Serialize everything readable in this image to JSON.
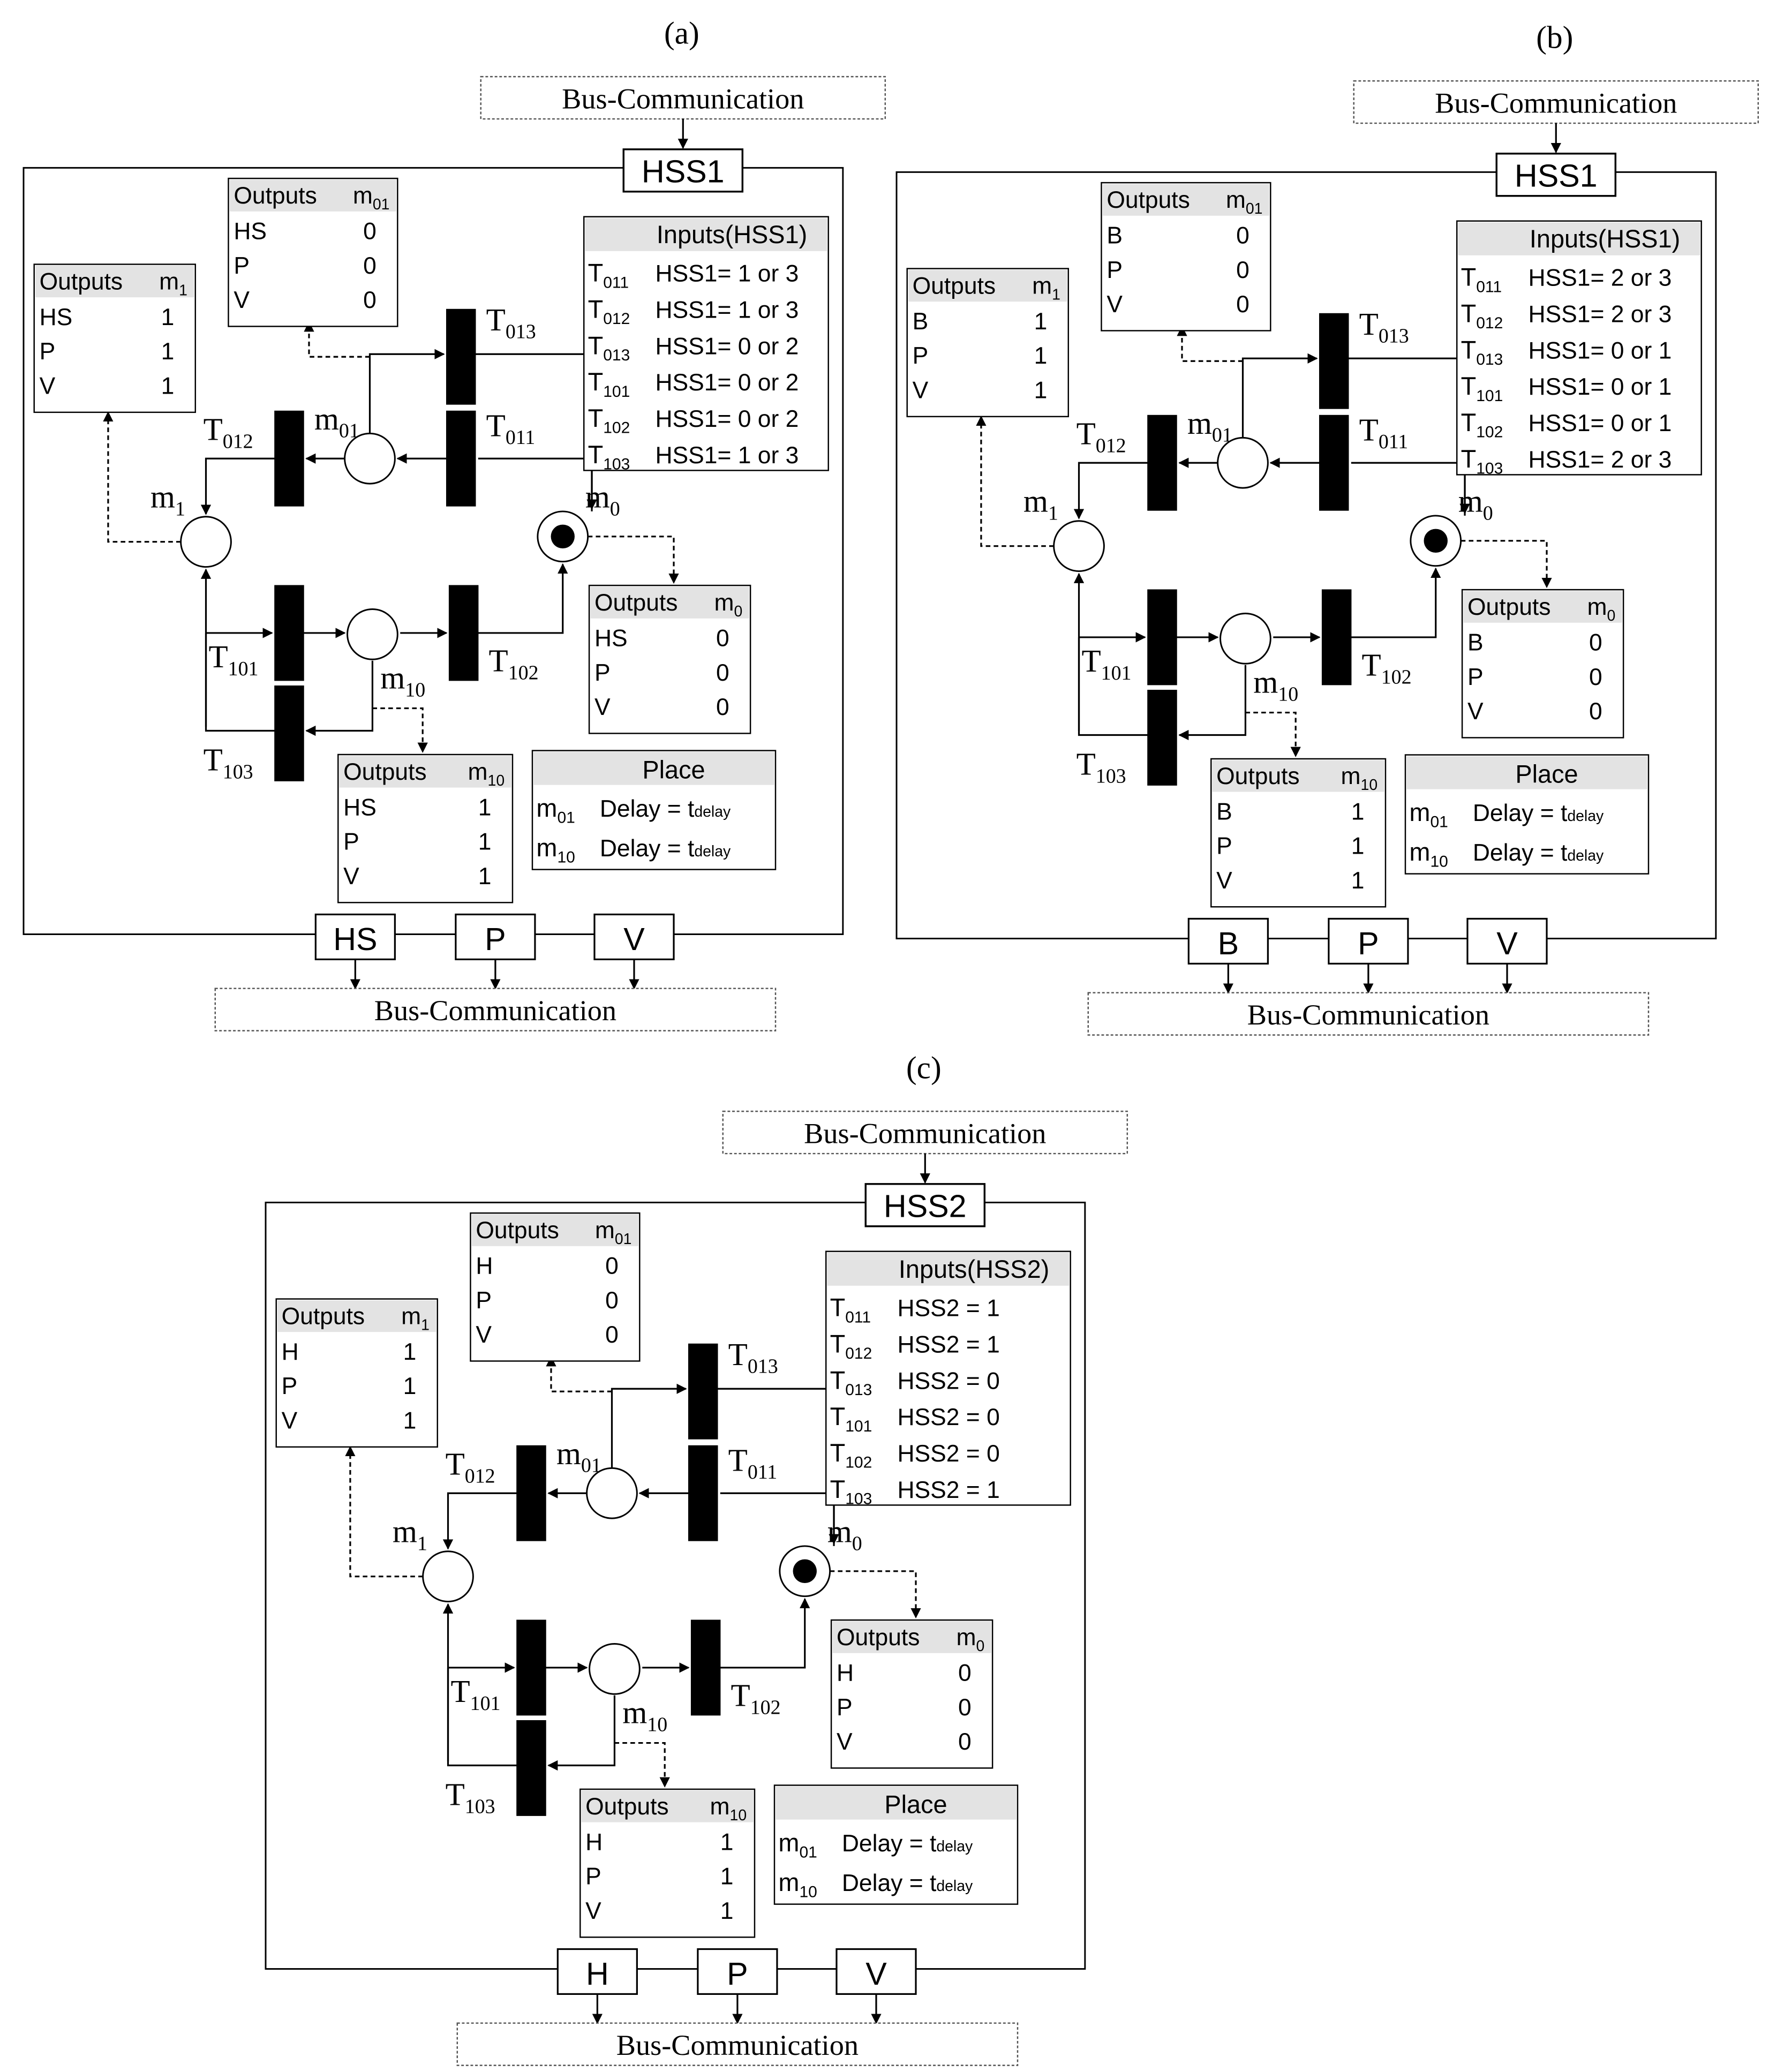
{
  "panels": [
    {
      "label": "(a)",
      "bus_top": "Bus-Communication",
      "controller": "HSS1",
      "outputs_header": "Outputs",
      "places": {
        "m01": "m01",
        "m1": "m1",
        "m0": "m0",
        "m10": "m10"
      },
      "transitions": {
        "T011": "T011",
        "T012": "T012",
        "T013": "T013",
        "T101": "T101",
        "T102": "T102",
        "T103": "T103"
      },
      "out_m01": {
        "place": "m01",
        "rows": [
          [
            "HS",
            "0"
          ],
          [
            "P",
            "0"
          ],
          [
            "V",
            "0"
          ]
        ]
      },
      "out_m1": {
        "place": "m1",
        "rows": [
          [
            "HS",
            "1"
          ],
          [
            "P",
            "1"
          ],
          [
            "V",
            "1"
          ]
        ]
      },
      "out_m0": {
        "place": "m0",
        "rows": [
          [
            "HS",
            "0"
          ],
          [
            "P",
            "0"
          ],
          [
            "V",
            "0"
          ]
        ]
      },
      "out_m10": {
        "place": "m10",
        "rows": [
          [
            "HS",
            "1"
          ],
          [
            "P",
            "1"
          ],
          [
            "V",
            "1"
          ]
        ]
      },
      "inputs": {
        "title": "Inputs(HSS1)",
        "rows": [
          [
            "T011",
            "HSS1= 1 or 3"
          ],
          [
            "T012",
            "HSS1= 1 or 3"
          ],
          [
            "T013",
            "HSS1= 0 or 2"
          ],
          [
            "T101",
            "HSS1= 0 or 2"
          ],
          [
            "T102",
            "HSS1= 0 or 2"
          ],
          [
            "T103",
            "HSS1= 1 or 3"
          ]
        ]
      },
      "place_table": {
        "title": "Place",
        "rows": [
          [
            "m01",
            "Delay = tdelay"
          ],
          [
            "m10",
            "Delay = tdelay"
          ]
        ]
      },
      "signals": [
        "HS",
        "P",
        "V"
      ],
      "bus_bottom": "Bus-Communication"
    },
    {
      "label": "(b)",
      "bus_top": "Bus-Communication",
      "controller": "HSS1",
      "outputs_header": "Outputs",
      "places": {
        "m01": "m01",
        "m1": "m1",
        "m0": "m0",
        "m10": "m10"
      },
      "transitions": {
        "T011": "T011",
        "T012": "T012",
        "T013": "T013",
        "T101": "T101",
        "T102": "T102",
        "T103": "T103"
      },
      "out_m01": {
        "place": "m01",
        "rows": [
          [
            "B",
            "0"
          ],
          [
            "P",
            "0"
          ],
          [
            "V",
            "0"
          ]
        ]
      },
      "out_m1": {
        "place": "m1",
        "rows": [
          [
            "B",
            "1"
          ],
          [
            "P",
            "1"
          ],
          [
            "V",
            "1"
          ]
        ]
      },
      "out_m0": {
        "place": "m0",
        "rows": [
          [
            "B",
            "0"
          ],
          [
            "P",
            "0"
          ],
          [
            "V",
            "0"
          ]
        ]
      },
      "out_m10": {
        "place": "m10",
        "rows": [
          [
            "B",
            "1"
          ],
          [
            "P",
            "1"
          ],
          [
            "V",
            "1"
          ]
        ]
      },
      "inputs": {
        "title": "Inputs(HSS1)",
        "rows": [
          [
            "T011",
            "HSS1= 2 or 3"
          ],
          [
            "T012",
            "HSS1= 2 or 3"
          ],
          [
            "T013",
            "HSS1= 0 or 1"
          ],
          [
            "T101",
            "HSS1= 0 or 1"
          ],
          [
            "T102",
            "HSS1= 0 or 1"
          ],
          [
            "T103",
            "HSS1= 2 or 3"
          ]
        ]
      },
      "place_table": {
        "title": "Place",
        "rows": [
          [
            "m01",
            "Delay = tdelay"
          ],
          [
            "m10",
            "Delay = tdelay"
          ]
        ]
      },
      "signals": [
        "B",
        "P",
        "V"
      ],
      "bus_bottom": "Bus-Communication"
    },
    {
      "label": "(c)",
      "bus_top": "Bus-Communication",
      "controller": "HSS2",
      "outputs_header": "Outputs",
      "places": {
        "m01": "m01",
        "m1": "m1",
        "m0": "m0",
        "m10": "m10"
      },
      "transitions": {
        "T011": "T011",
        "T012": "T012",
        "T013": "T013",
        "T101": "T101",
        "T102": "T102",
        "T103": "T103"
      },
      "out_m01": {
        "place": "m01",
        "rows": [
          [
            "H",
            "0"
          ],
          [
            "P",
            "0"
          ],
          [
            "V",
            "0"
          ]
        ]
      },
      "out_m1": {
        "place": "m1",
        "rows": [
          [
            "H",
            "1"
          ],
          [
            "P",
            "1"
          ],
          [
            "V",
            "1"
          ]
        ]
      },
      "out_m0": {
        "place": "m0",
        "rows": [
          [
            "H",
            "0"
          ],
          [
            "P",
            "0"
          ],
          [
            "V",
            "0"
          ]
        ]
      },
      "out_m10": {
        "place": "m10",
        "rows": [
          [
            "H",
            "1"
          ],
          [
            "P",
            "1"
          ],
          [
            "V",
            "1"
          ]
        ]
      },
      "inputs": {
        "title": "Inputs(HSS2)",
        "rows": [
          [
            "T011",
            "HSS2 = 1"
          ],
          [
            "T012",
            "HSS2 = 1"
          ],
          [
            "T013",
            "HSS2 = 0"
          ],
          [
            "T101",
            "HSS2 = 0"
          ],
          [
            "T102",
            "HSS2 = 0"
          ],
          [
            "T103",
            "HSS2 = 1"
          ]
        ]
      },
      "place_table": {
        "title": "Place",
        "rows": [
          [
            "m01",
            "Delay = tdelay"
          ],
          [
            "m10",
            "Delay = tdelay"
          ]
        ]
      },
      "signals": [
        "H",
        "P",
        "V"
      ],
      "bus_bottom": "Bus-Communication"
    }
  ]
}
